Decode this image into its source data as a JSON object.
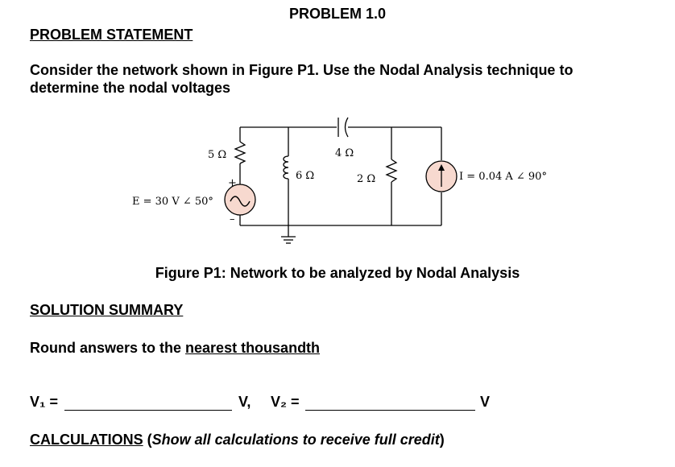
{
  "problem": {
    "title": "PROBLEM 1.0",
    "statement_heading": "PROBLEM STATEMENT",
    "statement_line1": "Consider the network shown in Figure P1. Use the Nodal Analysis technique to",
    "statement_line2": "determine the nodal voltages"
  },
  "figure": {
    "r1_label": "5 Ω",
    "l1_label": "6 Ω",
    "c1_label": "4 Ω",
    "r2_label": "2 Ω",
    "source_e_label": "E = 30 V ∠ 50°",
    "source_i_label": "I = 0.04 A ∠ 90°",
    "plus_sign": "+",
    "minus_sign": "–",
    "caption": "Figure P1: Network to be analyzed by Nodal Analysis",
    "source_fill": "#f7d9cf"
  },
  "solution": {
    "heading": "SOLUTION SUMMARY",
    "round_prefix": "Round answers to the ",
    "round_emphasis": "nearest thousandth",
    "v1_label": "V₁ =",
    "v1_unit": "V,",
    "v2_label": "V₂ =",
    "v2_unit": "V",
    "calc_heading": "CALCULATIONS",
    "calc_open": " (",
    "calc_note": "Show all calculations to receive full credit",
    "calc_close": ")"
  }
}
